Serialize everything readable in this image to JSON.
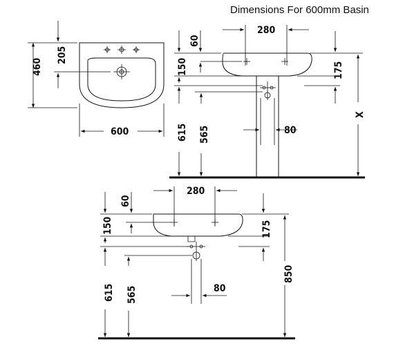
{
  "title": "Dimensions For 600mm Basin",
  "front_view": {
    "depth_total": "460",
    "depth_tap": "205",
    "width": "600"
  },
  "pedestal_view": {
    "top_width": "280",
    "tap_height": "60",
    "basin_depth": "150",
    "height_615": "615",
    "height_565": "565",
    "depth_175": "175",
    "waste_width": "80",
    "x_height": "X"
  },
  "wall_view": {
    "top_width": "280",
    "tap_height": "60",
    "basin_depth": "150",
    "depth_175": "175",
    "height_615": "615",
    "height_565": "565",
    "waste_width": "80",
    "total_height": "850"
  }
}
